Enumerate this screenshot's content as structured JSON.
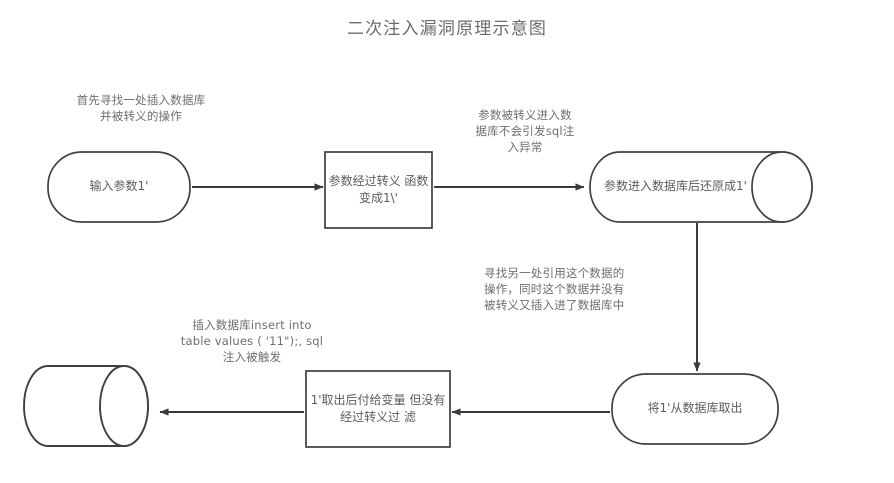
{
  "title": "二次注入漏洞原理示意图",
  "diagram": {
    "type": "flowchart",
    "orientation": "horizontal-serpentine",
    "stroke_color": "#404040",
    "text_color": "#5c5c5c",
    "background": "#ffffff",
    "nodes": [
      {
        "id": "input-param",
        "shape": "stadium",
        "label": "输入参数1'",
        "row": "top",
        "order": 1
      },
      {
        "id": "escape-fn",
        "shape": "rectangle",
        "label": "参数经过转义\n函数变成1\\'",
        "row": "top",
        "order": 2
      },
      {
        "id": "db-restore",
        "shape": "cylinder",
        "label": "参数进入数据库后还原成1'",
        "row": "top",
        "order": 3
      },
      {
        "id": "fetch-from-db",
        "shape": "stadium",
        "label": "将1'从数据库取出",
        "row": "bottom",
        "order": 1
      },
      {
        "id": "assign-var",
        "shape": "rectangle",
        "label": "1'取出后付给变量\n但没有经过转义过\n滤",
        "row": "bottom",
        "order": 2
      },
      {
        "id": "target-db",
        "shape": "cylinder",
        "label": "",
        "row": "bottom",
        "order": 3
      }
    ],
    "edges": [
      {
        "id": "edge-input-to-escape",
        "from": "input-param",
        "to": "escape-fn",
        "direction": "right"
      },
      {
        "id": "edge-escape-to-db",
        "from": "escape-fn",
        "to": "db-restore",
        "direction": "right"
      },
      {
        "id": "edge-db-to-fetch",
        "from": "db-restore",
        "to": "fetch-from-db",
        "direction": "down"
      },
      {
        "id": "edge-fetch-to-assign",
        "from": "fetch-from-db",
        "to": "assign-var",
        "direction": "left"
      },
      {
        "id": "edge-assign-to-target",
        "from": "assign-var",
        "to": "target-db",
        "direction": "left"
      }
    ],
    "annotations": [
      {
        "id": "note-find-insert",
        "text": "首先寻找一处插入数据库\n并被转义的操作"
      },
      {
        "id": "note-escaped-no-error",
        "text": "参数被转义进入数\n据库不会引发sql注\n入异常"
      },
      {
        "id": "note-find-second-use",
        "text": "寻找另一处引用这个数据的\n操作，同时这个数据并没有\n被转义又插入进了数据库中"
      },
      {
        "id": "note-sql-triggered",
        "text": "插入数据库insert into\ntable values ( '11\");, sql\n注入被触发"
      }
    ]
  }
}
